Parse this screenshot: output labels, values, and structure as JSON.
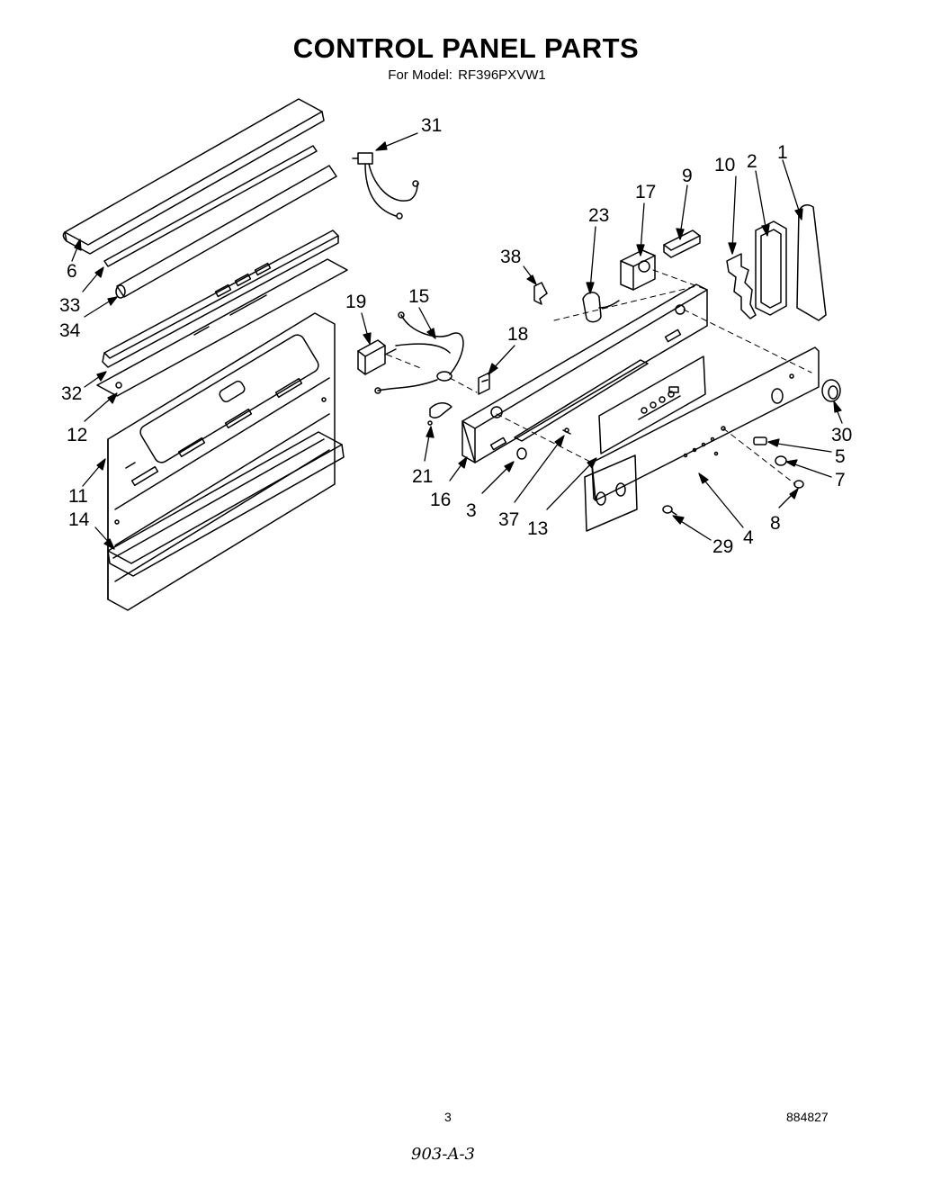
{
  "header": {
    "title": "CONTROL PANEL PARTS",
    "model_label": "For Model:",
    "model": "RF396PXVW1"
  },
  "callouts": [
    {
      "id": "c31",
      "text": "31"
    },
    {
      "id": "c10",
      "text": "10"
    },
    {
      "id": "c2",
      "text": "2"
    },
    {
      "id": "c1",
      "text": "1"
    },
    {
      "id": "c9",
      "text": "9"
    },
    {
      "id": "c17",
      "text": "17"
    },
    {
      "id": "c23",
      "text": "23"
    },
    {
      "id": "c38",
      "text": "38"
    },
    {
      "id": "c6",
      "text": "6"
    },
    {
      "id": "c33",
      "text": "33"
    },
    {
      "id": "c34",
      "text": "34"
    },
    {
      "id": "c19",
      "text": "19"
    },
    {
      "id": "c15",
      "text": "15"
    },
    {
      "id": "c18",
      "text": "18"
    },
    {
      "id": "c32",
      "text": "32"
    },
    {
      "id": "c12",
      "text": "12"
    },
    {
      "id": "c11",
      "text": "11"
    },
    {
      "id": "c14",
      "text": "14"
    },
    {
      "id": "c21",
      "text": "21"
    },
    {
      "id": "c16",
      "text": "16"
    },
    {
      "id": "c3",
      "text": "3"
    },
    {
      "id": "c37",
      "text": "37"
    },
    {
      "id": "c13",
      "text": "13"
    },
    {
      "id": "c30",
      "text": "30"
    },
    {
      "id": "c5",
      "text": "5"
    },
    {
      "id": "c7",
      "text": "7"
    },
    {
      "id": "c8",
      "text": "8"
    },
    {
      "id": "c4",
      "text": "4"
    },
    {
      "id": "c29",
      "text": "29"
    }
  ],
  "footer": {
    "page_number": "3",
    "part_code": "884827",
    "handwritten": "903-A-3"
  }
}
